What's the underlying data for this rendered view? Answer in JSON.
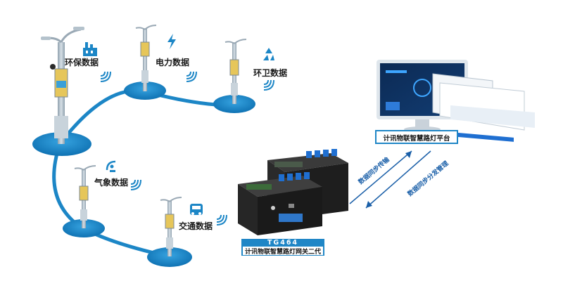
{
  "nodes": {
    "environment": "环保数据",
    "power": "电力数据",
    "sanitation": "环卫数据",
    "weather": "气象数据",
    "traffic": "交通数据"
  },
  "gateway": {
    "model": "TG464",
    "name": "计讯物联智慧路灯网关二代"
  },
  "platform": {
    "name": "计讯物联智慧路灯平台"
  },
  "links": {
    "upstream": "数据同步传输",
    "downstream": "数据同步分发管理"
  },
  "colors": {
    "disc": "#1c86c6",
    "pole": "#a9b8c4",
    "accent": "#1a5fa8",
    "bar": "#1f86c6"
  }
}
